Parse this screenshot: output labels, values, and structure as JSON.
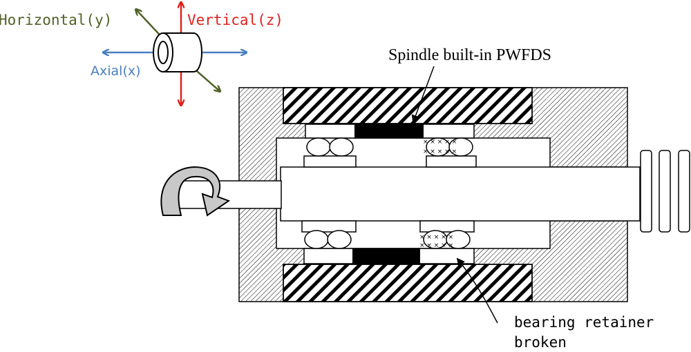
{
  "axes": {
    "horizontal": {
      "label": "Horizontal(y)",
      "color": "#4f6228"
    },
    "vertical": {
      "label": "Vertical(z)",
      "color": "#e0201c"
    },
    "axial": {
      "label": "Axial(x)",
      "color": "#4a7fc0"
    }
  },
  "callouts": {
    "sensor": "Spindle built-in PWFDS",
    "failure_line1": "bearing retainer",
    "failure_line2": "broken"
  },
  "colors": {
    "outline": "#000000",
    "hatch": "#000000",
    "fill": "#ffffff",
    "arrow_fill": "#c8c8c8"
  }
}
